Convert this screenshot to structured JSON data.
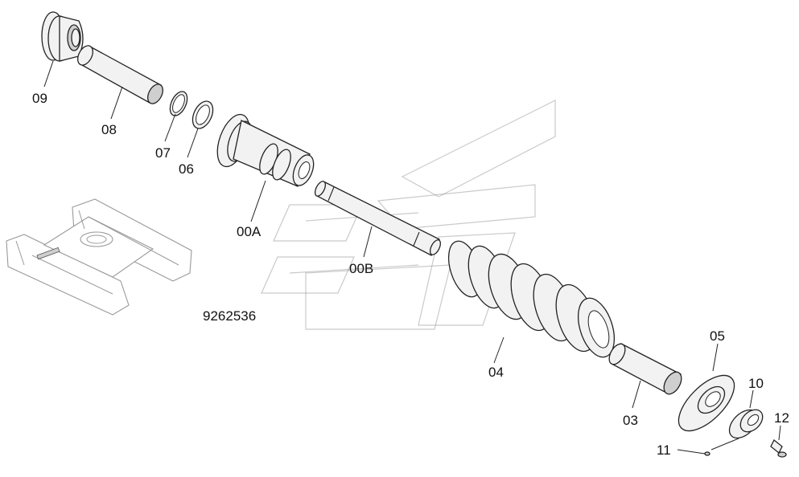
{
  "drawing_number": "9262536",
  "callouts": {
    "c09": "09",
    "c08": "08",
    "c07": "07",
    "c06": "06",
    "c00A": "00A",
    "c00B": "00B",
    "c04": "04",
    "c03": "03",
    "c05": "05",
    "c10": "10",
    "c11": "11",
    "c12": "12"
  }
}
